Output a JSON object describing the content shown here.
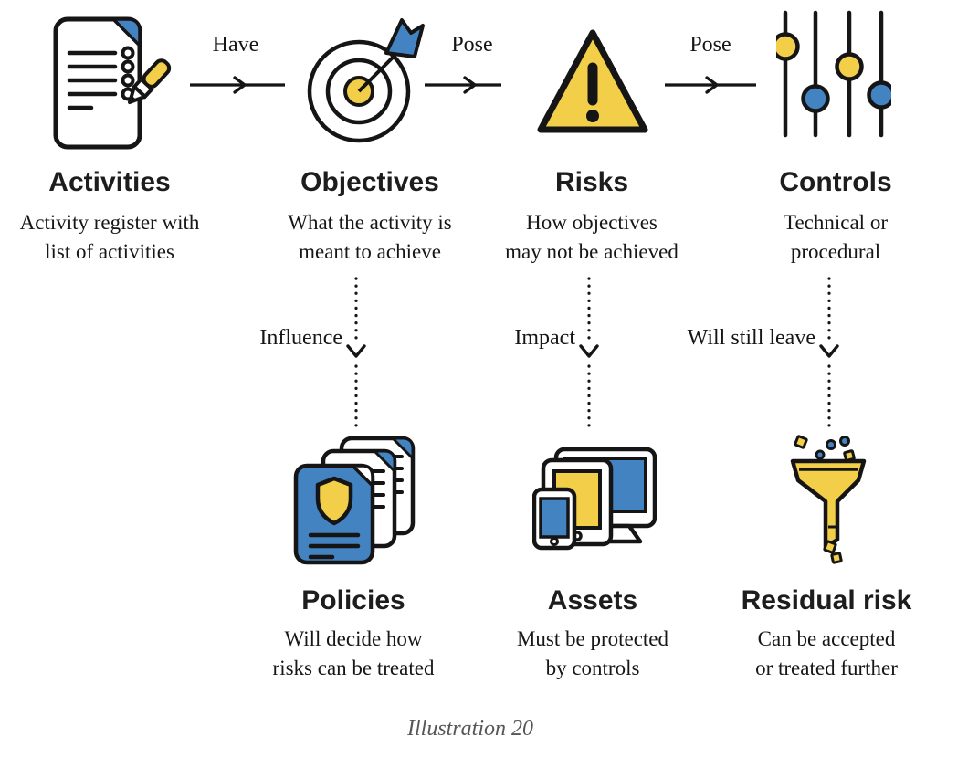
{
  "diagram": {
    "columns_top": [
      {
        "icon": "checklist-icon",
        "title": "Activities",
        "subtitle_line1": "Activity register with",
        "subtitle_line2": "list of activities"
      },
      {
        "icon": "target-icon",
        "title": "Objectives",
        "subtitle_line1": "What the activity is",
        "subtitle_line2": "meant to achieve"
      },
      {
        "icon": "warning-triangle-icon",
        "title": "Risks",
        "subtitle_line1": "How objectives",
        "subtitle_line2": "may not be achieved"
      },
      {
        "icon": "sliders-icon",
        "title": "Controls",
        "subtitle_line1": "Technical or",
        "subtitle_line2": "procedural"
      }
    ],
    "h_arrows": [
      {
        "label": "Have"
      },
      {
        "label": "Pose"
      },
      {
        "label": "Pose"
      }
    ],
    "v_arrows": [
      {
        "label": "Influence"
      },
      {
        "label": "Impact"
      },
      {
        "label": "Will still leave"
      }
    ],
    "columns_bottom": [
      {
        "icon": "policy-documents-icon",
        "title": "Policies",
        "subtitle_line1": "Will decide how",
        "subtitle_line2": "risks can be treated"
      },
      {
        "icon": "devices-icon",
        "title": "Assets",
        "subtitle_line1": "Must be protected",
        "subtitle_line2": "by controls"
      },
      {
        "icon": "funnel-icon",
        "title": "Residual risk",
        "subtitle_line1": "Can be accepted",
        "subtitle_line2": "or treated further"
      }
    ],
    "caption": "Illustration 20",
    "colors": {
      "yellow": "#F2CE49",
      "blue": "#4483C2",
      "outline": "#151515",
      "caption_gray": "#565656"
    }
  }
}
